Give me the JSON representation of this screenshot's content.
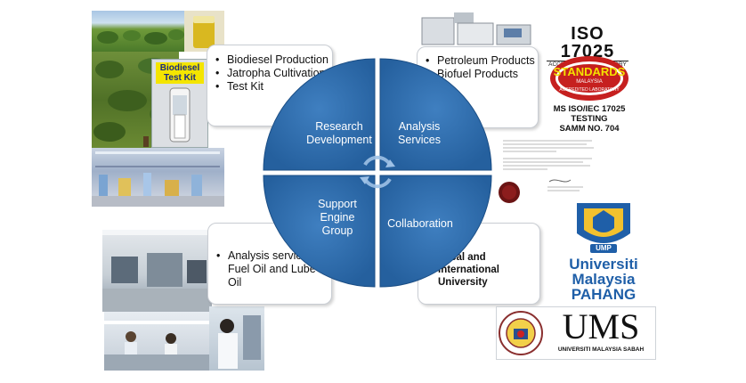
{
  "quadrants": {
    "top_left": "Research Development",
    "top_right": "Analysis Services",
    "bottom_left": "Support Engine Group",
    "bottom_right": "Collaboration"
  },
  "callouts": {
    "research": [
      "Biodiesel Production",
      "Jatropha Cultivation",
      "Test Kit"
    ],
    "analysis": [
      "Petroleum Products",
      "Biofuel Products"
    ],
    "support": [
      "Analysis service for Fuel Oil and Lube Oil"
    ],
    "collaboration": [
      "Local and International University"
    ]
  },
  "test_kit_label": "Biodiesel Test Kit",
  "iso": {
    "title": "ISO 17025",
    "subtitle": "ACCREDITED LABORATORY"
  },
  "standards": {
    "name": "STANDARDS",
    "country": "MALAYSIA",
    "ring": "ACCREDITED LABORATORY",
    "cert_line1": "MS ISO/IEC 17025",
    "cert_line2": "TESTING",
    "cert_line3": "SAMM NO. 704"
  },
  "ump": {
    "badge": "UMP",
    "line1": "Universiti",
    "line2": "Malaysia",
    "line3": "PAHANG"
  },
  "ums": {
    "name": "UMS",
    "full": "UNIVERSITI MALAYSIA SABAH"
  },
  "colors": {
    "circle": "#2e6aa8",
    "circle_dark": "#1d4f86",
    "ump_blue": "#1f5fa8",
    "ump_gold": "#f2c12e",
    "standards_red": "#c6201f"
  }
}
